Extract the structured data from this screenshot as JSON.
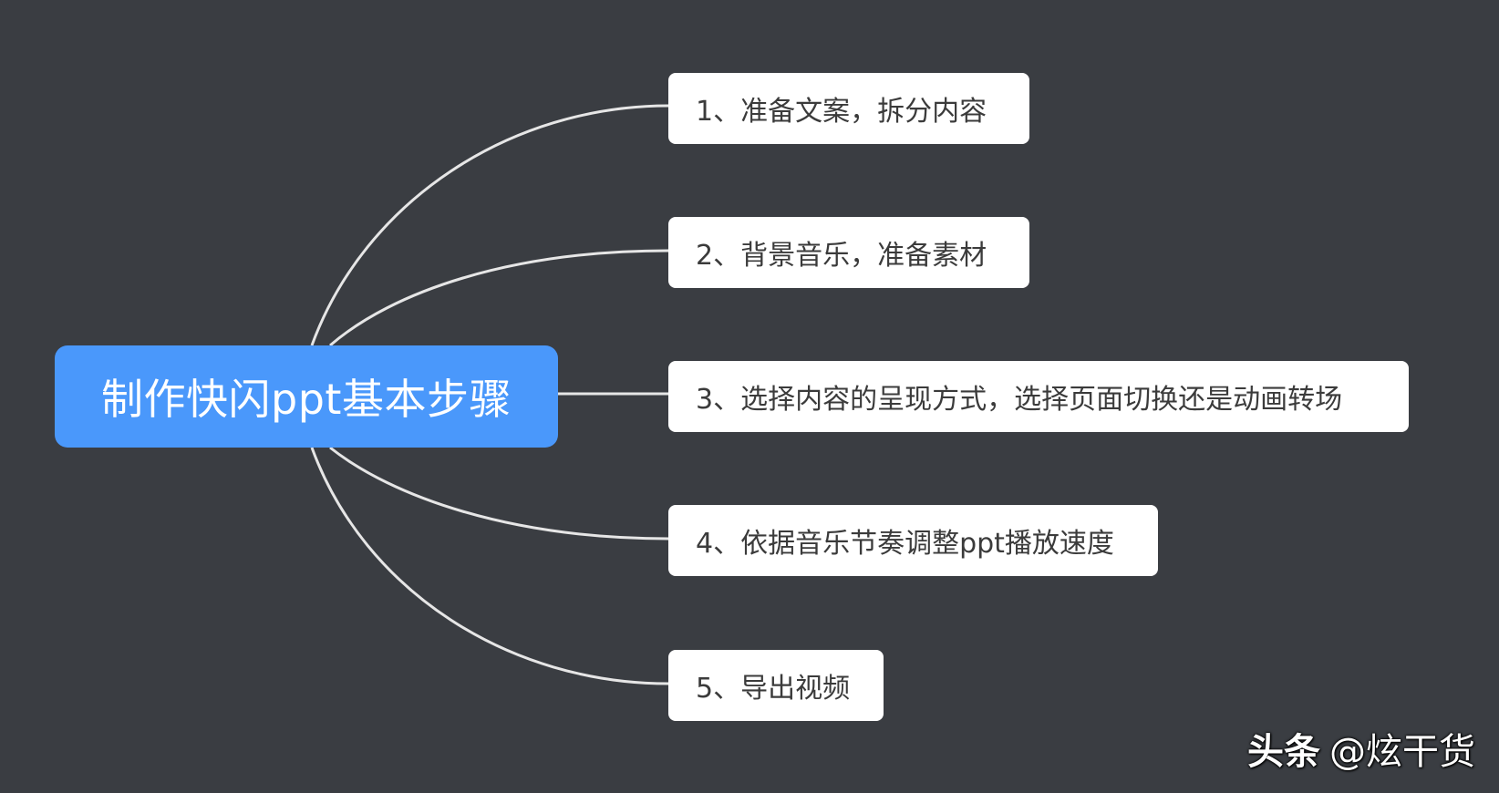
{
  "mindmap": {
    "root": {
      "label": "制作快闪ppt基本步骤",
      "color": "#4a98fb"
    },
    "children": [
      {
        "label": "1、准备文案，拆分内容"
      },
      {
        "label": "2、背景音乐，准备素材"
      },
      {
        "label": "3、选择内容的呈现方式，选择页面切换还是动画转场"
      },
      {
        "label": "4、依据音乐节奏调整ppt播放速度"
      },
      {
        "label": "5、导出视频"
      }
    ],
    "background_color": "#3a3d42",
    "connector_color": "#e6e6e6"
  },
  "watermark": {
    "brand": "头条",
    "handle": "@炫干货"
  }
}
